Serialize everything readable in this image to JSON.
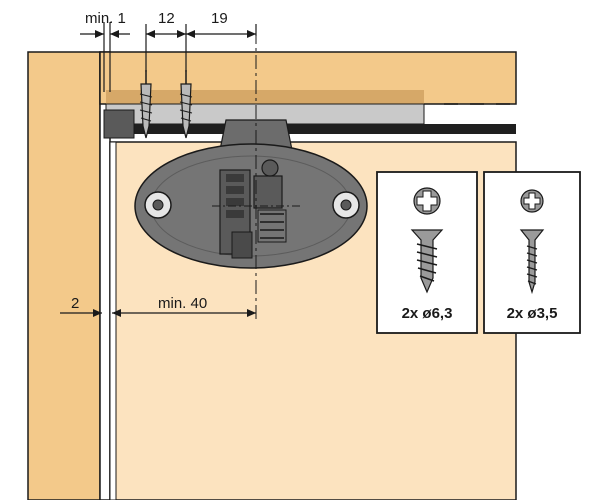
{
  "dimensions": {
    "min_gap": "min. 1",
    "spacing_1": "12",
    "spacing_2": "19",
    "side_gap": "2",
    "min_offset": "min. 40"
  },
  "screws": [
    {
      "spec": "2x ø6,3",
      "icon": "cross-head-wood-screw"
    },
    {
      "spec": "2x ø3,5",
      "icon": "cross-head-countersunk-screw"
    }
  ],
  "colors": {
    "panel": "#f3c98a",
    "panel_light": "#fce3bf",
    "track_top": "#cfcfcf",
    "fitting": "#707070",
    "fitting_dark": "#4a4a4a",
    "line": "#1a1a1a"
  }
}
